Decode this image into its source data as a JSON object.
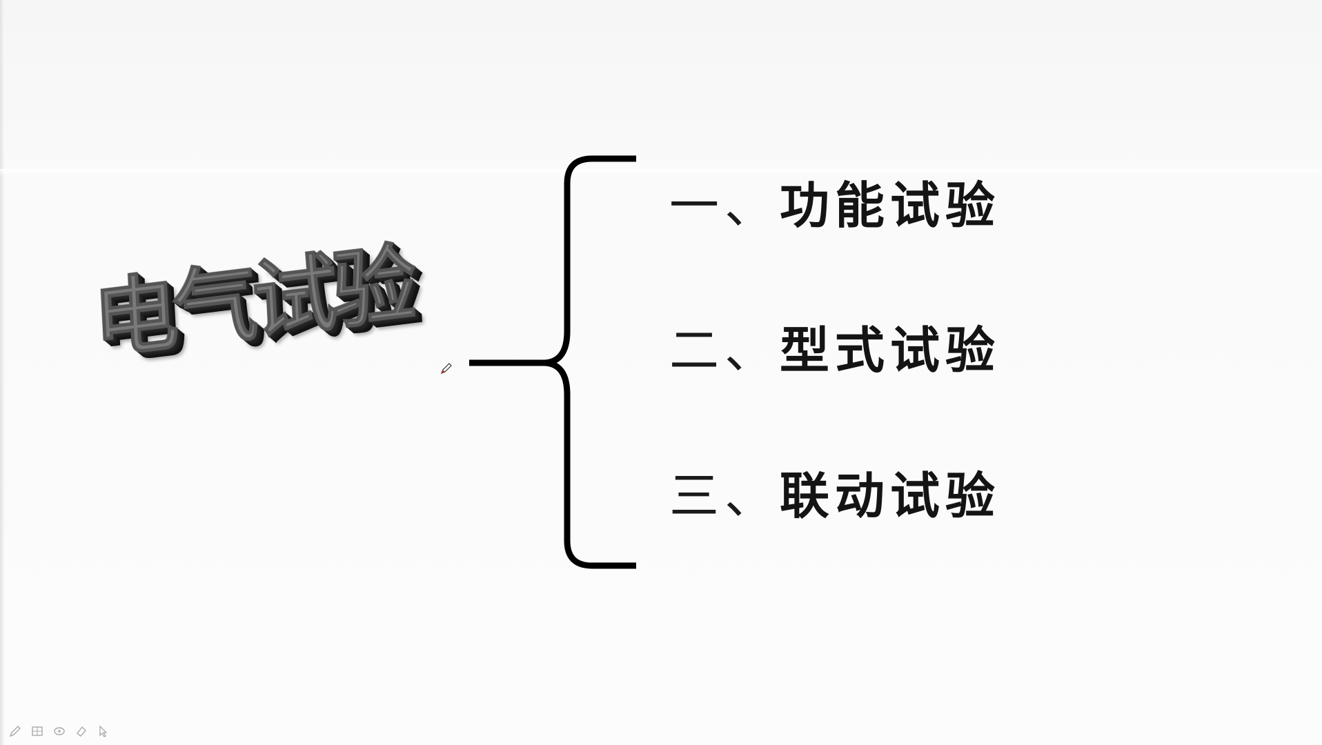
{
  "slide": {
    "title": "电气试验",
    "items": [
      {
        "number": "一、",
        "text": "功能试验"
      },
      {
        "number": "二、",
        "text": "型式试验"
      },
      {
        "number": "三、",
        "text": "联动试验"
      }
    ]
  },
  "toolbar": {
    "icons": [
      "pen-icon",
      "slide-grid-icon",
      "zoom-icon",
      "eraser-icon",
      "pointer-icon"
    ]
  },
  "colors": {
    "background": "#fafafa",
    "text": "#141414",
    "title_face": "#7a7a7a",
    "brace": "#000000"
  }
}
